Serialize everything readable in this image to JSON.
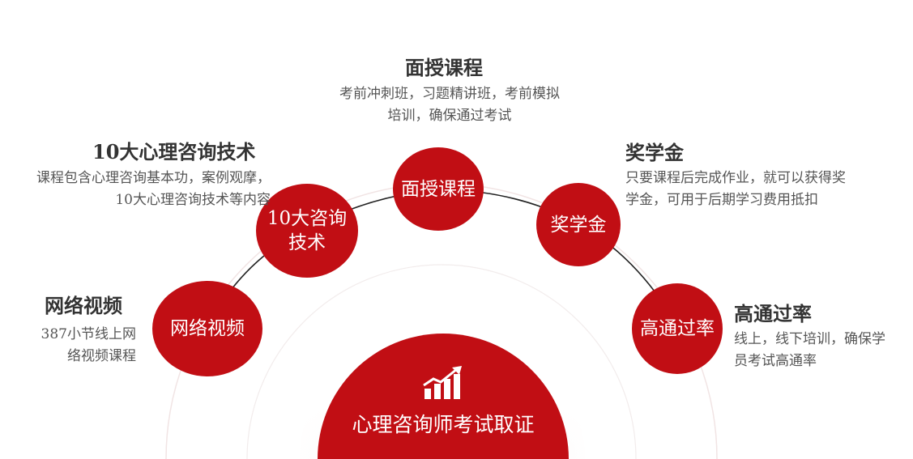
{
  "colors": {
    "accent": "#c10e14",
    "text": "#333333",
    "ring": "#f1e4e4"
  },
  "hub": {
    "label": "心理咨询师考试取证",
    "icon": "rising-bar-chart-icon"
  },
  "nodes": [
    {
      "id": "face-to-face",
      "circle_label": "面授课程",
      "title": "面授课程",
      "desc_lines": [
        "考前冲刺班，习题精讲班，考前模拟",
        "培训，确保通过考试"
      ]
    },
    {
      "id": "ten-techniques",
      "circle_label_lines": [
        "10大咨询",
        "技术"
      ],
      "title": "10大心理咨询技术",
      "desc_lines": [
        "课程包含心理咨询基本功，案例观摩，",
        "10大心理咨询技术等内容"
      ]
    },
    {
      "id": "scholarship",
      "circle_label": "奖学金",
      "title": "奖学金",
      "desc_lines": [
        "只要课程后完成作业，就可以获得奖",
        "学金，可用于后期学习费用抵扣"
      ]
    },
    {
      "id": "online-video",
      "circle_label": "网络视频",
      "title": "网络视频",
      "desc_lines": [
        "387小节线上网",
        "络视频课程"
      ]
    },
    {
      "id": "pass-rate",
      "circle_label": "高通过率",
      "title": "高通过率",
      "desc_lines": [
        "线上，线下培训，确保学",
        "员考试高通率"
      ]
    }
  ]
}
